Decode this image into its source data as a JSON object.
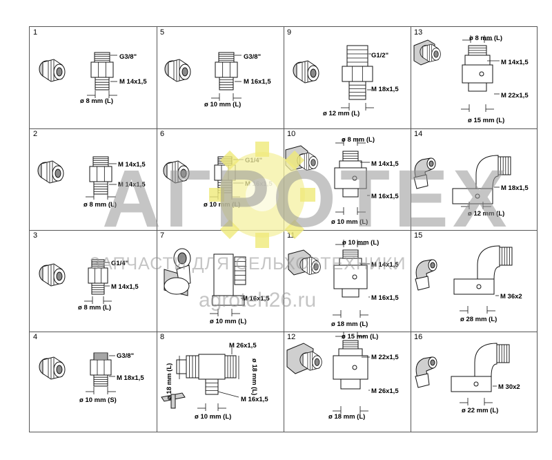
{
  "cells": [
    {
      "n": "1",
      "labels": [
        "G3/8\"",
        "M 14x1,5",
        "ø 8 mm (L)"
      ]
    },
    {
      "n": "5",
      "labels": [
        "G3/8\"",
        "M 16x1,5",
        "ø 10 mm (L)"
      ]
    },
    {
      "n": "9",
      "labels": [
        "G1/2\"",
        "M 18x1,5",
        "ø 12 mm (L)"
      ]
    },
    {
      "n": "13",
      "labels": [
        "ø 8 mm (L)",
        "M 14x1,5",
        "M 22x1,5",
        "ø 15 mm (L)"
      ]
    },
    {
      "n": "2",
      "labels": [
        "M 14x1,5",
        "M 14x1,5",
        "ø 8 mm (L)"
      ]
    },
    {
      "n": "6",
      "labels": [
        "G1/4\"",
        "M 16x1,5",
        "ø 10 mm (L)"
      ]
    },
    {
      "n": "10",
      "labels": [
        "ø 8 mm (L)",
        "M 14x1,5",
        "M 16x1,5",
        "ø 10 mm (L)"
      ]
    },
    {
      "n": "14",
      "labels": [
        "M 18x1,5",
        "ø 12 mm (L)"
      ]
    },
    {
      "n": "3",
      "labels": [
        "G1/4\"",
        "M 14x1,5",
        "ø 8 mm (L)"
      ]
    },
    {
      "n": "7",
      "labels": [
        "M 16x1,5",
        "ø 10 mm (L)"
      ]
    },
    {
      "n": "11",
      "labels": [
        "ø 10 mm (L)",
        "M 14x1,5",
        "M 16x1,5",
        "ø 18 mm (L)"
      ]
    },
    {
      "n": "15",
      "labels": [
        "M 36x2",
        "ø 28 mm (L)"
      ]
    },
    {
      "n": "4",
      "labels": [
        "G3/8\"",
        "M 18x1,5",
        "ø 10 mm (S)"
      ]
    },
    {
      "n": "8",
      "labels": [
        "M 26x1,5",
        "ø 18 mm (L)",
        "ø 18 mm (L)",
        "M 16x1,5",
        "ø 10 mm (L)"
      ]
    },
    {
      "n": "12",
      "labels": [
        "ø 15 mm (L)",
        "M 22x1,5",
        "M 26x1,5",
        "ø 18 mm (L)"
      ]
    },
    {
      "n": "16",
      "labels": [
        "M 30x2",
        "ø 22 mm (L)"
      ]
    }
  ],
  "watermark": {
    "logo": "АГРОТЕХ",
    "subtitle": "ЗАПЧАСТИ ДЛЯ СЕЛЬХОЗТЕХНИКИ",
    "url": "agroteh26.ru",
    "logo_color": "#969696",
    "gear_color": "#f4f0a0"
  }
}
